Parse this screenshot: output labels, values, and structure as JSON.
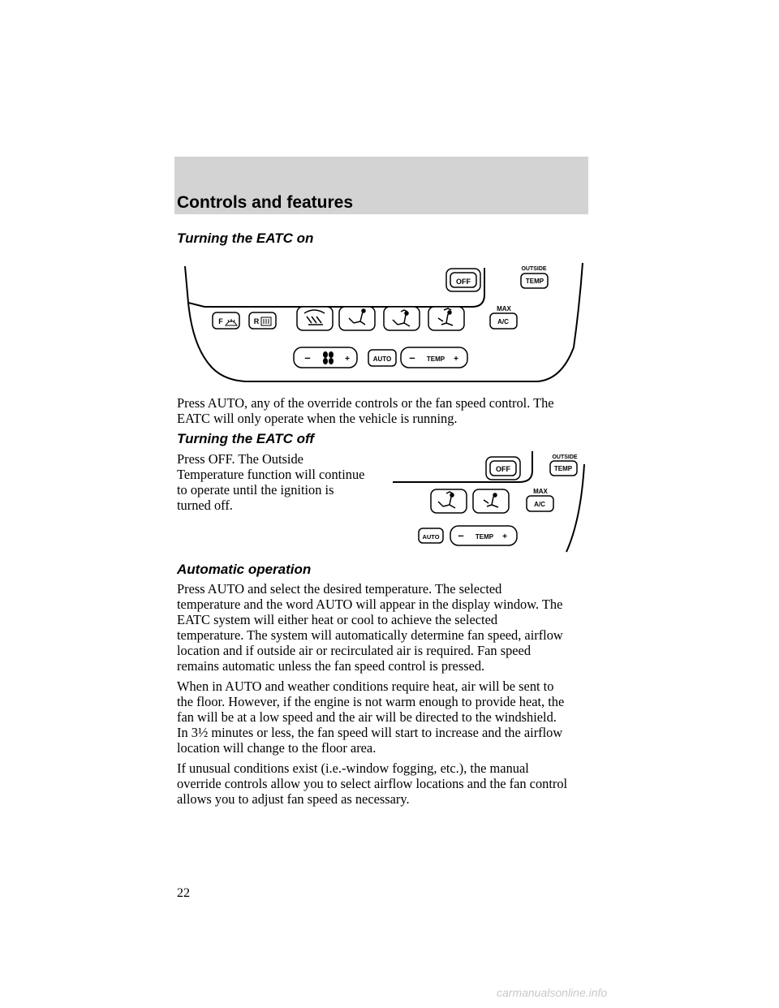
{
  "header": {
    "section_title": "Controls and features"
  },
  "sections": {
    "on_heading": "Turning the EATC on",
    "on_text_1": "Press AUTO, any of the override controls or the fan speed control. The",
    "on_text_2": "EATC will only operate when the vehicle is running.",
    "off_heading": "Turning the EATC off",
    "off_text_1": "Press OFF. The Outside",
    "off_text_2": "Temperature function will continue",
    "off_text_3": "to operate until the ignition is",
    "off_text_4": "turned off.",
    "auto_heading": "Automatic operation",
    "auto_p1": [
      "Press AUTO and select the desired temperature. The selected",
      "temperature and the word AUTO will appear in the display window. The",
      "EATC system will either heat or cool to achieve the selected",
      "temperature. The system will automatically determine fan speed, airflow",
      "location and if outside air or recirculated air is required. Fan speed",
      "remains automatic unless the fan speed control is pressed."
    ],
    "auto_p2": [
      "When in AUTO and weather conditions require heat, air will be sent to",
      "the floor. However, if the engine is not warm enough to provide heat, the",
      "fan will be at a low speed and the air will be directed to the windshield.",
      "In 3½ minutes or less, the fan speed will start to increase and the airflow",
      "location will change to the floor area."
    ],
    "auto_p3": [
      "If unusual conditions exist (i.e.-window fogging, etc.), the manual",
      "override controls allow you to select airflow locations and the fan control",
      "allows you to adjust fan speed as necessary."
    ]
  },
  "panel_labels": {
    "off": "OFF",
    "outside": "OUTSIDE",
    "temp": "TEMP",
    "max": "MAX",
    "ac": "A/C",
    "front": "F",
    "rear": "R",
    "auto": "AUTO",
    "temp_control": "TEMP",
    "minus": "–",
    "plus": "+"
  },
  "page_number": "22",
  "footer": "carmanualsonline.info"
}
